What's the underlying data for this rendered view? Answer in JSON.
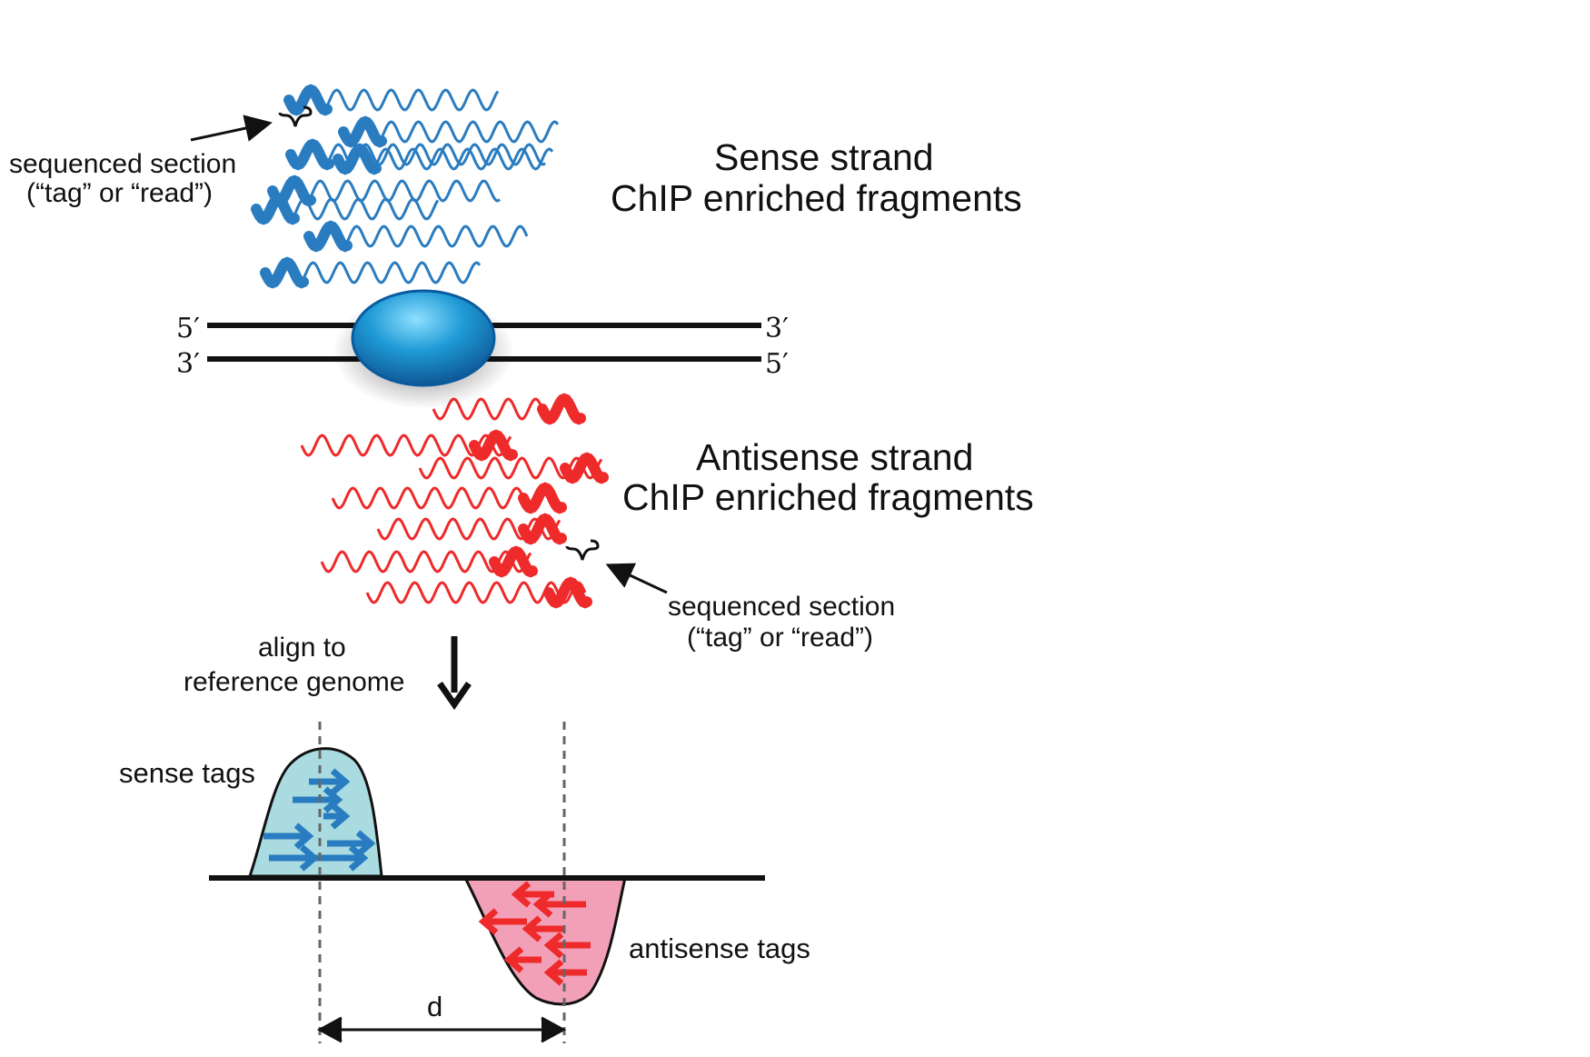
{
  "sense": {
    "title_line1": "Sense strand",
    "title_line2": "ChIP enriched fragments",
    "note_line1": "sequenced section",
    "note_line2": "(“tag” or  “read”)",
    "color": "#2a7cc0"
  },
  "antisense": {
    "title_line1": "Antisense strand",
    "title_line2": "ChIP enriched fragments",
    "note_line1": "sequenced section",
    "note_line2": "(“tag” or  “read”)",
    "color": "#ee2a2a"
  },
  "dna": {
    "top_left": "5′",
    "top_right": "3′",
    "bottom_left": "3′",
    "bottom_right": "5′",
    "protein_color": "#1f8fc8"
  },
  "align": {
    "line1": "align to",
    "line2": "reference genome"
  },
  "peaks": {
    "sense_label": "sense tags",
    "antisense_label": "antisense tags",
    "distance_label": "d",
    "sense_fill": "#a9dbe0",
    "antisense_fill": "#f2a0b8"
  }
}
